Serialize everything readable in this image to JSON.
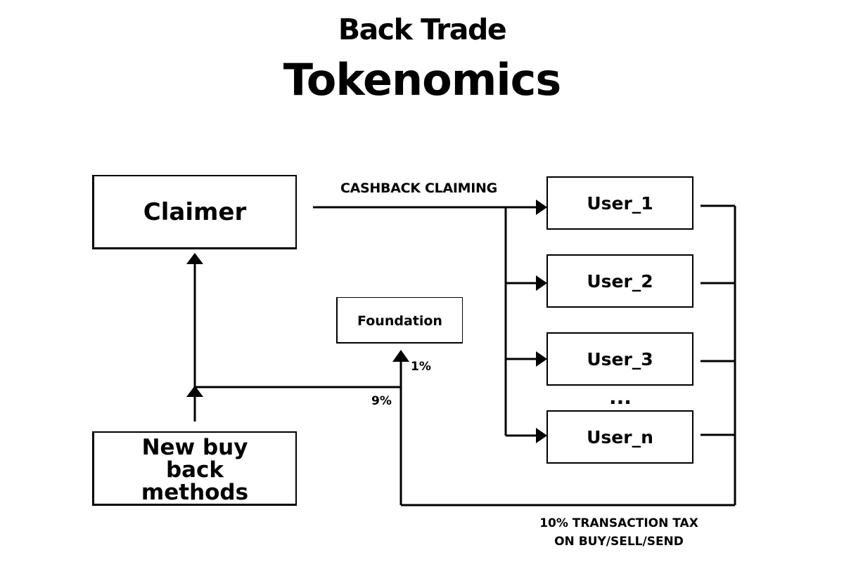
{
  "header": {
    "brand": "Back Trade",
    "title": "Tokenomics"
  },
  "nodes": {
    "claimer": "Claimer",
    "new_buy_back": "New buy back methods",
    "foundation": "Foundation",
    "users": [
      "User_1",
      "User_2",
      "User_3",
      "User_n"
    ],
    "users_ellipsis": "..."
  },
  "edges": {
    "cashback_claiming": "CASHBACK CLAIMING",
    "foundation_share": "1%",
    "claimer_share": "9%",
    "transaction_tax_line1": "10% TRANSACTION TAX",
    "transaction_tax_line2": "ON BUY/SELL/SEND"
  },
  "colors": {
    "line": "#000000",
    "background": "#ffffff"
  }
}
